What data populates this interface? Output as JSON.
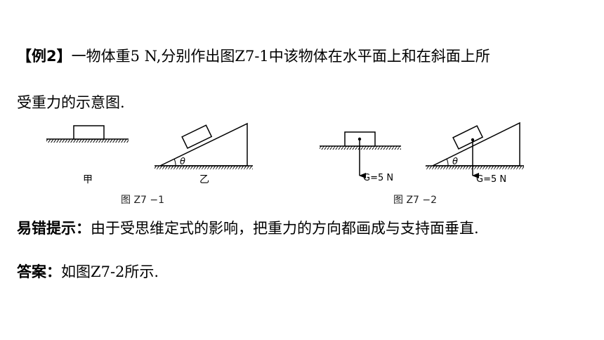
{
  "example": {
    "tag": "【例2】",
    "line1": "一物体重5 N,分别作出图Z7-1中该物体在水平面上和在斜面上所",
    "line2": "受重力的示意图."
  },
  "figures": {
    "left": {
      "caption": "图 Z7 −1",
      "label_a": "甲",
      "label_b": "乙",
      "angle": "θ"
    },
    "right": {
      "caption": "图 Z7 −2",
      "angle": "θ",
      "force_a": "G=5 N",
      "force_b": "G=5 N"
    }
  },
  "hint": {
    "label": "易错提示：",
    "text": "由于受思维定式的影响，把重力的方向都画成与支持面垂直."
  },
  "answer": {
    "label": "答案：",
    "text": "如图Z7-2所示."
  }
}
